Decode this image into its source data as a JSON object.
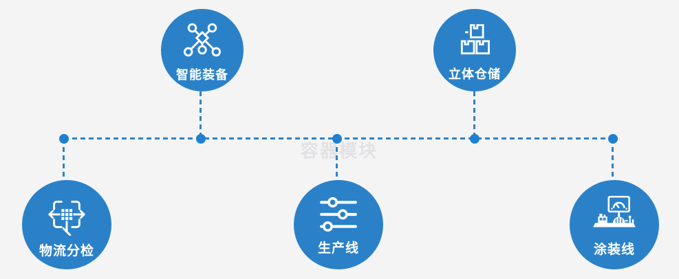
{
  "watermark": "容器模块",
  "colors": {
    "background": "#f4f4f5",
    "circle_fill": "#2a81c8",
    "connector": "#2f82c6",
    "junction_dot": "#1f80d2",
    "icon_stroke": "#ffffff",
    "label_text": "#ffffff",
    "watermark_text": "#e2e2e4"
  },
  "nodes": [
    {
      "label": "智能装备",
      "icon": "network-nodes-icon",
      "row": "top"
    },
    {
      "label": "立体仓储",
      "icon": "stacked-boxes-icon",
      "row": "top"
    },
    {
      "label": "物流分检",
      "icon": "sort-dispatch-icon",
      "row": "bottom"
    },
    {
      "label": "生产线",
      "icon": "sliders-icon",
      "row": "bottom"
    },
    {
      "label": "涂装线",
      "icon": "control-station-icon",
      "row": "bottom"
    }
  ]
}
